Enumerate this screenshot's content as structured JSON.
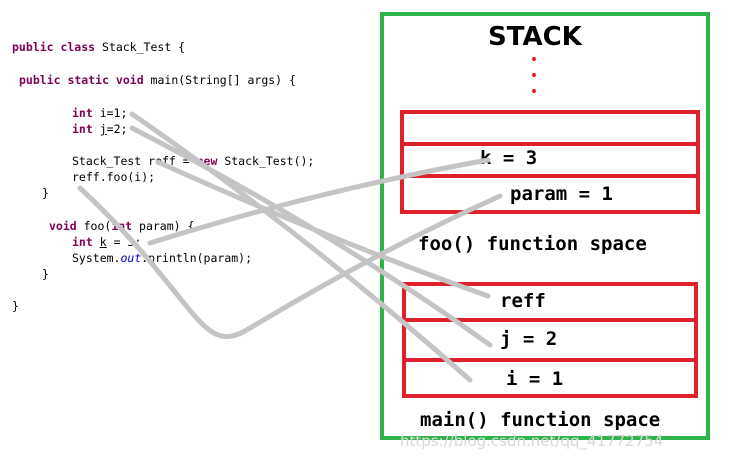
{
  "code": {
    "class_decl": {
      "kw": "public class",
      "rest": " Stack_Test {"
    },
    "main_decl": {
      "kw": "public static void",
      "rest": " main(String[] args) {"
    },
    "decl_i": {
      "kw": "int",
      "rest": " i=1;"
    },
    "decl_j": {
      "kw": "int",
      "name": "j",
      "rest": "=2;"
    },
    "new_stmt": {
      "pre": "Stack_Test reff = ",
      "kw": "new",
      "rest": " Stack_Test();"
    },
    "call_stmt": "reff.foo(i);",
    "close_main": "}",
    "foo_decl": {
      "kw": "void",
      "mid": " foo(",
      "kw2": "int",
      "rest": " param) {"
    },
    "decl_k": {
      "kw": "int",
      "name": "k",
      "rest": " = 3;"
    },
    "print_stmt": {
      "pre": "System.",
      "it": "out",
      "rest": ".println(param);"
    },
    "close_foo": "}",
    "close_class": "}"
  },
  "stack": {
    "title": "STACK",
    "foo_frame": {
      "slots": [
        "",
        "k = 3",
        "param = 1"
      ],
      "label": "foo() function space"
    },
    "main_frame": {
      "slots": [
        "reff",
        "j = 2",
        "i = 1"
      ],
      "label": "main() function space"
    }
  },
  "watermark": "https://blog.csdn.net/qq_41772754",
  "colors": {
    "stack_border": "#2db34a",
    "frame_border": "#e0202a",
    "arrow": "#c4c4c4"
  }
}
